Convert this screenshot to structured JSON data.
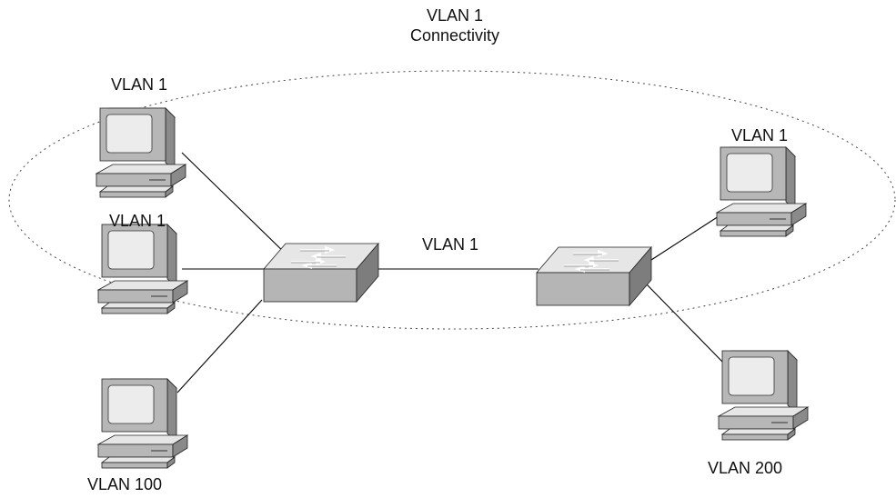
{
  "title": {
    "line1": "VLAN 1",
    "line2": "Connectivity"
  },
  "hosts": [
    {
      "id": "pc-top-left",
      "label": "VLAN 1"
    },
    {
      "id": "pc-mid-left",
      "label": "VLAN 1"
    },
    {
      "id": "pc-bottom-left",
      "label": "VLAN 100"
    },
    {
      "id": "pc-top-right",
      "label": "VLAN 1"
    },
    {
      "id": "pc-bottom-right",
      "label": "VLAN 200"
    }
  ],
  "trunk_link": {
    "label": "VLAN 1"
  },
  "colors": {
    "device_light": "#e4e4e4",
    "device_mid": "#b5b5b5",
    "device_dark": "#7d7d7d",
    "screen": "#ececec",
    "line": "#000000"
  },
  "icons": {
    "host": "workstation-icon",
    "switch": "switch-icon"
  }
}
